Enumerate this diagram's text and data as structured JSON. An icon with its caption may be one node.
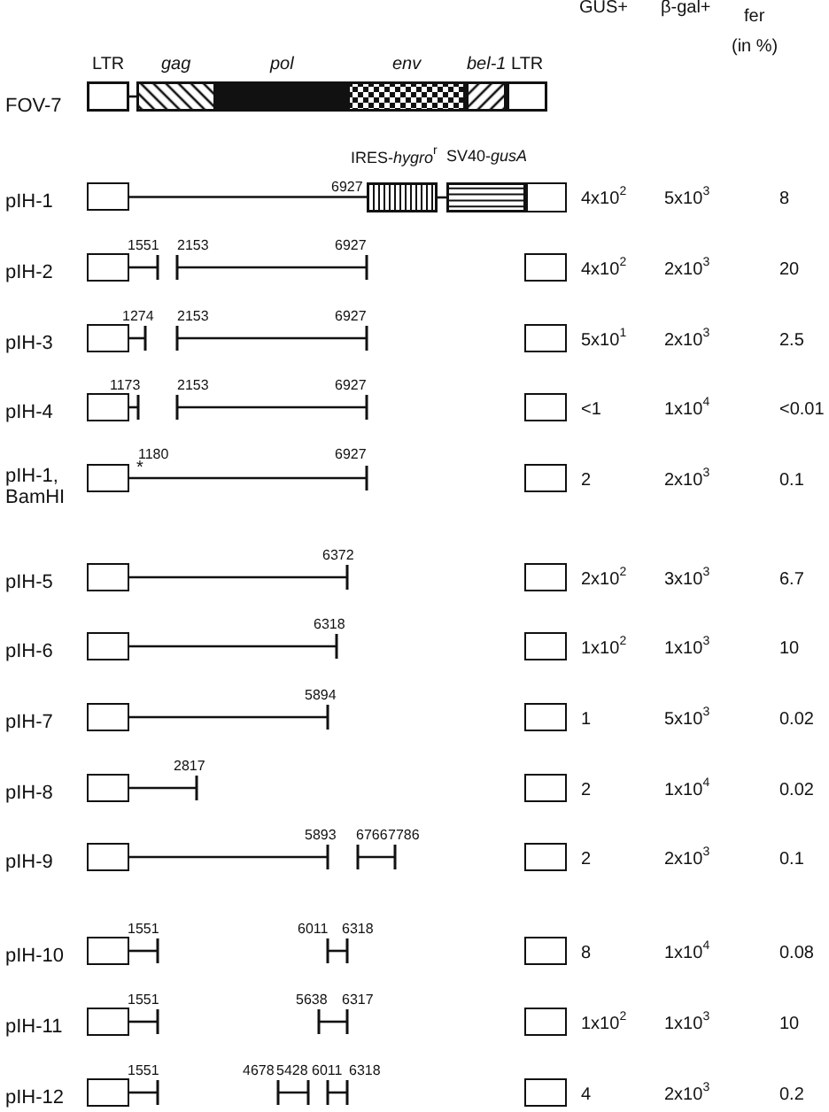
{
  "diagram": {
    "nodes": [
      {
        "text": [
          "LTR"
        ]
      },
      {
        "text": [
          "gag"
        ]
      },
      {
        "text": [
          "pol"
        ]
      },
      {
        "text": [
          "env"
        ]
      },
      {
        "text": [
          "bel-1"
        ]
      },
      {
        "text": [
          "LTR"
        ]
      },
      {
        "text": [],
        "shape": "box"
      },
      {
        "text": [
          "IRES-*hygro*$^{r}$"
        ]
      },
      {
        "text": [
          "SV40-*gusA*"
        ]
      },
      {
        "text": [],
        "shape": "box"
      },
      {
        "text": [],
        "shape": "box"
      },
      {
        "text": [],
        "shape": "box"
      },
      {
        "text": [],
        "shape": "box"
      },
      {
        "text": [],
        "shape": "box"
      },
      {
        "text": [],
        "shape": "box"
      },
      {
        "text": [],
        "shape": "box"
      },
      {
        "text": [],
        "shape": "box"
      },
      {
        "text": [],
        "shape": "box"
      },
      {
        "text": [],
        "shape": "box"
      },
      {
        "text": [],
        "shape": "box"
      },
      {
        "text": [],
        "shape": "box"
      },
      {
        "text": [],
        "shape": "box"
      },
      {
        "text": [],
        "shape": "box"
      },
      {
        "text": [],
        "shape": "box"
      },
      {
        "text": [],
        "shape": "box"
      },
      {
        "text": [],
        "shape": "box"
      },
      {
        "text": [],
        "shape": "box"
      },
      {
        "text": [],
        "shape": "box"
      },
      {
        "text": [],
        "shape": "box"
      },
      {
        "text": [],
        "shape": "box"
      },
      {
        "text": [],
        "shape": "box"
      },
      {
        "text": [],
        "shape": "box"
      },
      {
        "text": [],
        "shape": "box"
      },
      {
        "text": [],
        "shape": "box"
      }
    ],
    "edges": [
      {
        "from": 0,
        "to": 1,
        "arrow": "none"
      },
      {
        "from": 6,
        "to": 7,
        "arrow": "none"
      },
      {
        "from": 7,
        "to": 8,
        "arrow": "none"
      }
    ],
    "labels": [
      "GUS+",
      "β-gal+",
      "fer",
      "(in %)",
      "FOV-7",
      "pIH-1",
      "6927",
      "4x10$^{2}$",
      "5x10$^{3}$",
      "8",
      "pIH-2",
      "1551",
      "2153",
      "6927",
      "4x10$^{2}$",
      "2x10$^{3}$",
      "20",
      "pIH-3",
      "1274",
      "2153",
      "6927",
      "5x10$^{1}$",
      "2x10$^{3}$",
      "2.5",
      "pIH-4",
      "1173",
      "2153",
      "6927",
      "<1",
      "1x10$^{4}$",
      "<0.01",
      "pIH-1, BamHI",
      "1180",
      "*",
      "6927",
      "2",
      "2x10$^{3}$",
      "0.1",
      "pIH-5",
      "6372",
      "2x10$^{2}$",
      "3x10$^{3}$",
      "6.7",
      "pIH-6",
      "6318",
      "1x10$^{2}$",
      "1x10$^{3}$",
      "10",
      "pIH-7",
      "5894",
      "1",
      "5x10$^{3}$",
      "0.02",
      "pIH-8",
      "2817",
      "2",
      "1x10$^{4}$",
      "0.02",
      "pIH-9",
      "5893",
      "6766",
      "7786",
      "2",
      "2x10$^{3}$",
      "0.1",
      "pIH-10",
      "1551",
      "6011",
      "6318",
      "8",
      "1x10$^{4}$",
      "0.08",
      "pIH-11",
      "1551",
      "5638",
      "6317",
      "1x10$^{2}$",
      "1x10$^{3}$",
      "10",
      "pIH-12",
      "1551",
      "4678",
      "5428",
      "6011",
      "6318",
      "4",
      "2x10$^{3}$",
      "0.2"
    ]
  }
}
